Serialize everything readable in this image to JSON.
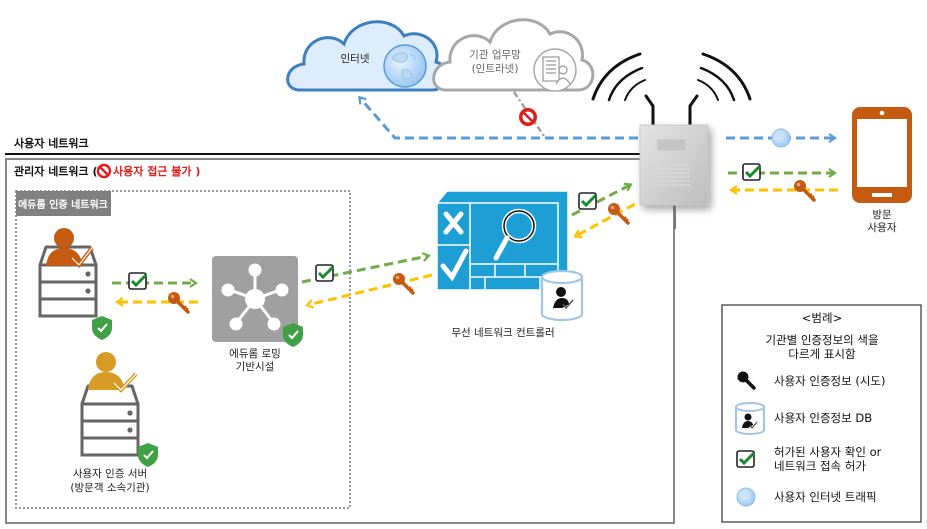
{
  "sections": {
    "user_network": "사용자 네트워크",
    "admin_network": "관리자 네트워크 (",
    "admin_restriction": "사용자 접근 불가 )",
    "eduroam_auth_network": "에듀롬 인증 네트워크"
  },
  "clouds": {
    "internet": "인터넷",
    "intranet_line1": "기관 업무망",
    "intranet_line2": "(인트라넷)"
  },
  "nodes": {
    "roaming_line1": "에듀롬 로밍",
    "roaming_line2": "기반시설",
    "auth_server_line1": "사용자 인증 서버",
    "auth_server_line2": "(방문객 소속기관)",
    "wlan_controller": "무선 네트워크 컨트롤러",
    "visitor_line1": "방문",
    "visitor_line2": "사용자"
  },
  "legend": {
    "title": "<범례>",
    "note_line1": "기관별 인증정보의 색을",
    "note_line2": "다르게 표시함",
    "items": [
      {
        "icon": "key-icon",
        "label": "사용자 인증정보 (시도)"
      },
      {
        "icon": "credential-db-icon",
        "label": "사용자 인증정보 DB"
      },
      {
        "icon": "checkbox-icon",
        "label_line1": "허가된 사용자 확인 or",
        "label_line2": "네트워크 접속 허가"
      },
      {
        "icon": "globe-icon",
        "label": "사용자 인터넷 트래픽"
      }
    ]
  },
  "colors": {
    "internet_traffic": "#5b9bd5",
    "permission": "#70ad47",
    "credential_attempt": "#ffc000",
    "key_visitor": "#c55a11",
    "key_other": "#c55a11",
    "phone": "#c55a11",
    "controller": "#1d9fd6",
    "shield": "#3fa046",
    "blocked": "#e21b1b"
  }
}
